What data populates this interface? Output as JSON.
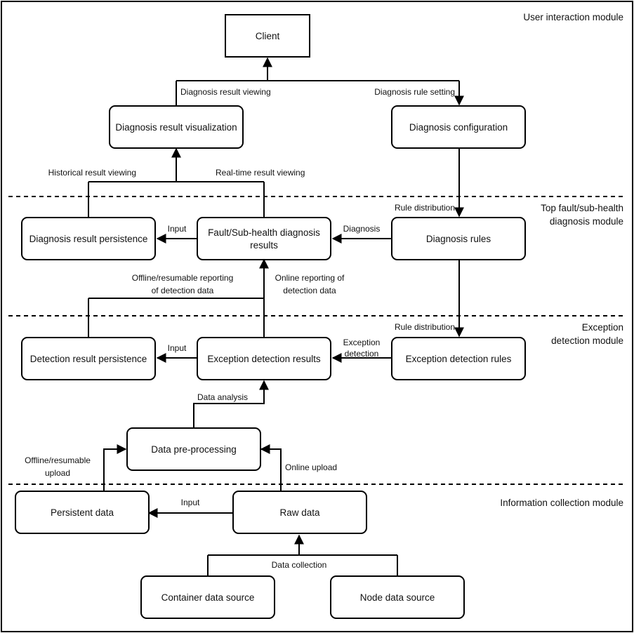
{
  "modules": {
    "user_interaction": "User interaction module",
    "top_fault_line1": "Top fault/sub-health",
    "top_fault_line2": "diagnosis module",
    "exception_line1": "Exception",
    "exception_line2": "detection module",
    "information_collection": "Information collection module"
  },
  "nodes": {
    "client": "Client",
    "diagnosis_result_visualization": "Diagnosis result visualization",
    "diagnosis_configuration": "Diagnosis configuration",
    "diagnosis_result_persistence": "Diagnosis result persistence",
    "fault_results_line1": "Fault/Sub-health diagnosis",
    "fault_results_line2": "results",
    "diagnosis_rules": "Diagnosis rules",
    "detection_result_persistence": "Detection result persistence",
    "exception_detection_results": "Exception detection results",
    "exception_detection_rules": "Exception detection rules",
    "data_preprocessing": "Data pre-processing",
    "persistent_data": "Persistent data",
    "raw_data": "Raw data",
    "container_data_source": "Container data source",
    "node_data_source": "Node data source"
  },
  "edges": {
    "diagnosis_result_viewing": "Diagnosis result viewing",
    "diagnosis_rule_setting": "Diagnosis rule setting",
    "historical_result_viewing": "Historical result viewing",
    "realtime_result_viewing": "Real-time result viewing",
    "rule_distribution_1": "Rule distribution",
    "input_1": "Input",
    "diagnosis": "Diagnosis",
    "offline_reporting_line1": "Offline/resumable reporting",
    "offline_reporting_line2": "of detection data",
    "online_reporting_line1": "Online reporting of",
    "online_reporting_line2": "detection data",
    "rule_distribution_2": "Rule distribution",
    "input_2": "Input",
    "exception_detection_line1": "Exception",
    "exception_detection_line2": "detection",
    "data_analysis": "Data analysis",
    "offline_upload_line1": "Offline/resumable",
    "offline_upload_line2": "upload",
    "online_upload": "Online upload",
    "input_3": "Input",
    "data_collection": "Data collection"
  }
}
